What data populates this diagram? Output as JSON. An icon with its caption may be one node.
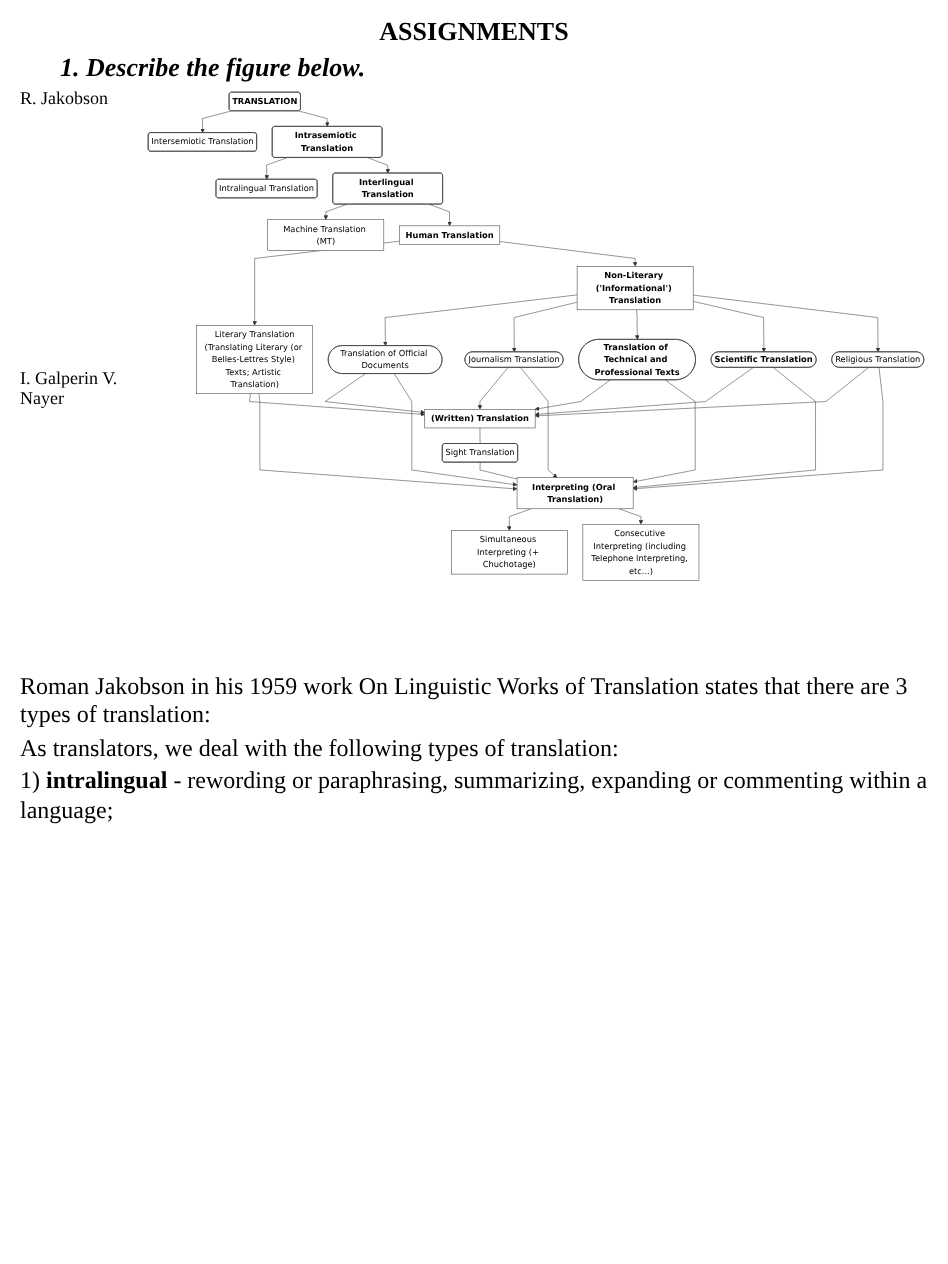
{
  "diagram": {
    "title": "ASSIGNMENTS",
    "nodes": [
      {
        "text": [
          "TRANSLATION"
        ]
      },
      {
        "text": [
          "Intersemiotic Translation"
        ]
      },
      {
        "text": [
          "Intrasemiotic Translation"
        ]
      },
      {
        "text": [
          "Intralingual Translation"
        ]
      },
      {
        "text": [
          "Interlingual Translation"
        ]
      },
      {
        "text": [
          "Machine Translation (MT)"
        ]
      },
      {
        "text": [
          "Human Translation"
        ]
      },
      {
        "text": [
          "Literary Translation",
          "(Translating Literary (or Belles-Lettres Style) Texts; Artistic Translation)"
        ]
      },
      {
        "text": [
          "Non-Literary ('Informational') Translation"
        ]
      },
      {
        "text": [
          "Translation of Official Documents"
        ]
      },
      {
        "text": [
          "Translation of Technical and Professional Texts"
        ]
      },
      {
        "text": [
          "Scientific Translation"
        ]
      },
      {
        "text": [
          "Journalism Translation"
        ]
      },
      {
        "text": [
          "Religious Translation"
        ]
      },
      {
        "text": [
          "(Written) Translation"
        ]
      },
      {
        "text": [
          "Sight Translation"
        ]
      },
      {
        "text": [
          "Interpreting (Oral Translation)"
        ]
      },
      {
        "text": [
          "Simultaneous Interpreting (+ Chuchotage)"
        ]
      },
      {
        "text": [
          "Consecutive Interpreting (including Telephone Interpreting, etc...)"
        ]
      }
    ],
    "edges": [
      {
        "from": 0,
        "to": 1,
        "arrow": "to"
      },
      {
        "from": 0,
        "to": 2,
        "arrow": "to"
      },
      {
        "from": 2,
        "to": 3,
        "arrow": "to"
      },
      {
        "from": 2,
        "to": 4,
        "arrow": "to"
      },
      {
        "from": 4,
        "to": 5,
        "arrow": "to"
      },
      {
        "from": 4,
        "to": 6,
        "arrow": "to"
      },
      {
        "from": 6,
        "to": 7,
        "arrow": "to"
      },
      {
        "from": 6,
        "to": 8,
        "arrow": "to"
      },
      {
        "from": 8,
        "to": 9,
        "arrow": "to"
      },
      {
        "from": 8,
        "to": 12,
        "arrow": "to"
      },
      {
        "from": 8,
        "to": 10,
        "arrow": "to"
      },
      {
        "from": 8,
        "to": 11,
        "arrow": "to"
      },
      {
        "from": 8,
        "to": 13,
        "arrow": "to"
      },
      {
        "from": 7,
        "to": 14,
        "arrow": "to"
      },
      {
        "from": 7,
        "to": 16,
        "arrow": "to"
      },
      {
        "from": 9,
        "to": 14,
        "arrow": "to"
      },
      {
        "from": 9,
        "to": 16,
        "arrow": "to"
      },
      {
        "from": 12,
        "to": 14,
        "arrow": "to"
      },
      {
        "from": 12,
        "to": 16,
        "arrow": "to"
      },
      {
        "from": 10,
        "to": 14,
        "arrow": "to"
      },
      {
        "from": 10,
        "to": 16,
        "arrow": "to"
      },
      {
        "from": 11,
        "to": 14,
        "arrow": "to"
      },
      {
        "from": 11,
        "to": 16,
        "arrow": "to"
      },
      {
        "from": 13,
        "to": 14,
        "arrow": "to"
      },
      {
        "from": 13,
        "to": 16,
        "arrow": "to"
      },
      {
        "from": 14,
        "to": 15,
        "arrow": "none"
      },
      {
        "from": 15,
        "to": 16,
        "arrow": "none"
      },
      {
        "from": 16,
        "to": 17,
        "arrow": "to"
      },
      {
        "from": 16,
        "to": 18,
        "arrow": "to"
      }
    ],
    "labels": [
      "1. Describe the figure below.",
      "R. Jakobson",
      "I. Galperin V. Nayer",
      "Roman Jakobson in his 1959 work On Linguistic Works of Translation states that there are 3 types of translation:",
      "As translators, we deal with the following types of translation:",
      "1) **intralingual** - rewording or paraphrasing, summarizing, expanding or commenting within a language;"
    ]
  }
}
